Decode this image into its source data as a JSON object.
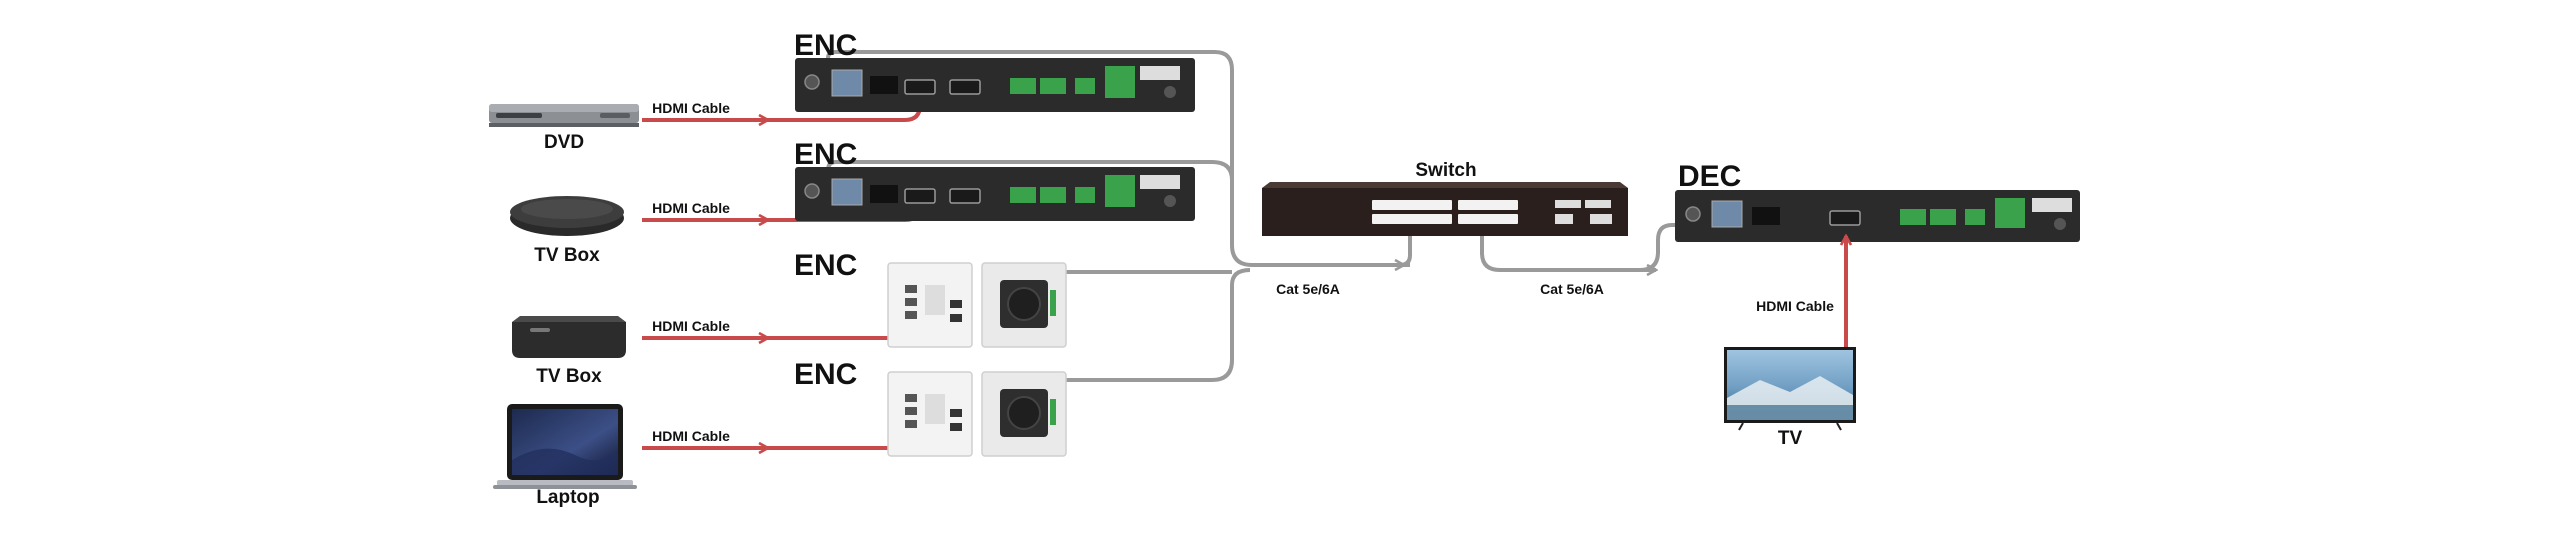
{
  "colors": {
    "hdmi": "#c94a4a",
    "cat": "#9a9a9a",
    "device_dark": "#2b2b2b",
    "switch_body": "#2a1f1c",
    "terminal_green": "#3aa24a"
  },
  "sources": [
    {
      "name": "DVD",
      "icon": "dvd-player-icon",
      "cable": "HDMI Cable"
    },
    {
      "name": "TV Box",
      "icon": "tv-box-round-icon",
      "cable": "HDMI Cable"
    },
    {
      "name": "TV Box",
      "icon": "tv-box-square-icon",
      "cable": "HDMI Cable"
    },
    {
      "name": "Laptop",
      "icon": "laptop-icon",
      "cable": "HDMI Cable"
    }
  ],
  "encoders": [
    {
      "label": "ENC",
      "type": "rack"
    },
    {
      "label": "ENC",
      "type": "rack"
    },
    {
      "label": "ENC",
      "type": "wallplate"
    },
    {
      "label": "ENC",
      "type": "wallplate"
    }
  ],
  "switch": {
    "label": "Switch"
  },
  "decoder": {
    "label": "DEC"
  },
  "cat_labels": {
    "left": "Cat  5e/6A",
    "right": "Cat  5e/6A"
  },
  "output": {
    "cable": "HDMI Cable",
    "display": "TV",
    "icon": "tv-icon"
  }
}
